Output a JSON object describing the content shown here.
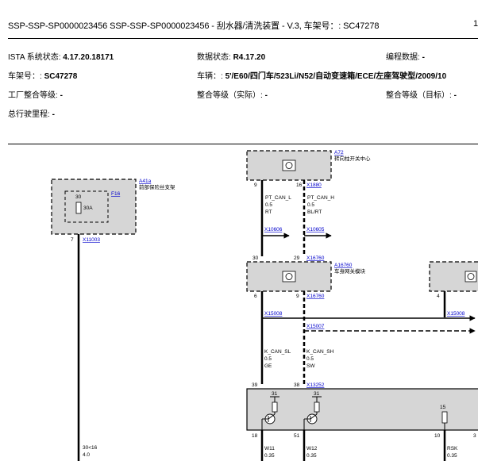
{
  "header": {
    "title": "SSP-SSP-SP0000023456 SSP-SSP-SP0000023456 - 刮水器/清洗装置 - V.3, 车架号：: SC47278",
    "page_number": "1"
  },
  "info": {
    "ista_label": "ISTA 系统状态: ",
    "ista_value": "4.17.20.18171",
    "data_label": "数据状态: ",
    "data_value": "R4.17.20",
    "prog_label": "编程数据: ",
    "prog_value": "-",
    "vin_label": "车架号：: ",
    "vin_value": "SC47278",
    "vehicle_label": "车辆：: ",
    "vehicle_value": "5'/E60/四门车/523Li/N52/自动变速箱/ECE/左座驾驶型/2009/10",
    "factory_label": "工厂整合等级: ",
    "factory_value": "-",
    "actual_label": "整合等级（实际）: ",
    "actual_value": "-",
    "target_label": "整合等级（目标）: ",
    "target_value": "-",
    "mileage_label": "总行驶里程: ",
    "mileage_value": "-"
  },
  "diagram": {
    "a41a_id": "A41a",
    "a41a_name": "前部保险丝支架",
    "f16_id": "F16",
    "f16_pin": "30",
    "f16_rating": "30A",
    "pin_7": "7",
    "x11003": "X11003",
    "wire_30_name": "30<16",
    "wire_30_size": "4.0",
    "a72_id": "A72",
    "a72_name": "转向柱开关中心",
    "pin_9": "9",
    "pin_16": "16",
    "x1880": "X1880",
    "pt_can_l": "PT_CAN_L",
    "pt_can_h": "PT_CAN_H",
    "size_05a": "0.5",
    "size_05b": "0.5",
    "color_rt": "RT",
    "color_blrt": "BL/RT",
    "x10606": "X10606",
    "x10605": "X10605",
    "pin_30": "30",
    "pin_29": "29",
    "x16760_top": "X16760",
    "a16760_id": "A16760",
    "a16760_name": "车身网关模块",
    "pin_6": "6",
    "pin_9b": "9",
    "x16760_bot": "X16760",
    "pin_4": "4",
    "x15008_left": "X15008",
    "x15008_right": "X15008",
    "x15007": "X15007",
    "k_can_sl": "K_CAN_SL",
    "k_can_sh": "K_CAN_SH",
    "size_05c": "0.5",
    "size_05d": "0.5",
    "color_ge": "GE",
    "color_sw": "SW",
    "pin_39": "39",
    "pin_38": "38",
    "x13252": "X13252",
    "pin_31a": "31",
    "pin_31b": "31",
    "pin_15": "15",
    "pin_18": "18",
    "pin_51": "51",
    "pin_10": "10",
    "pin_3": "3",
    "w11": "W11",
    "w12": "W12",
    "rsk": "RSK",
    "size_035a": "0.35",
    "size_035b": "0.35",
    "size_035c": "0.35"
  }
}
